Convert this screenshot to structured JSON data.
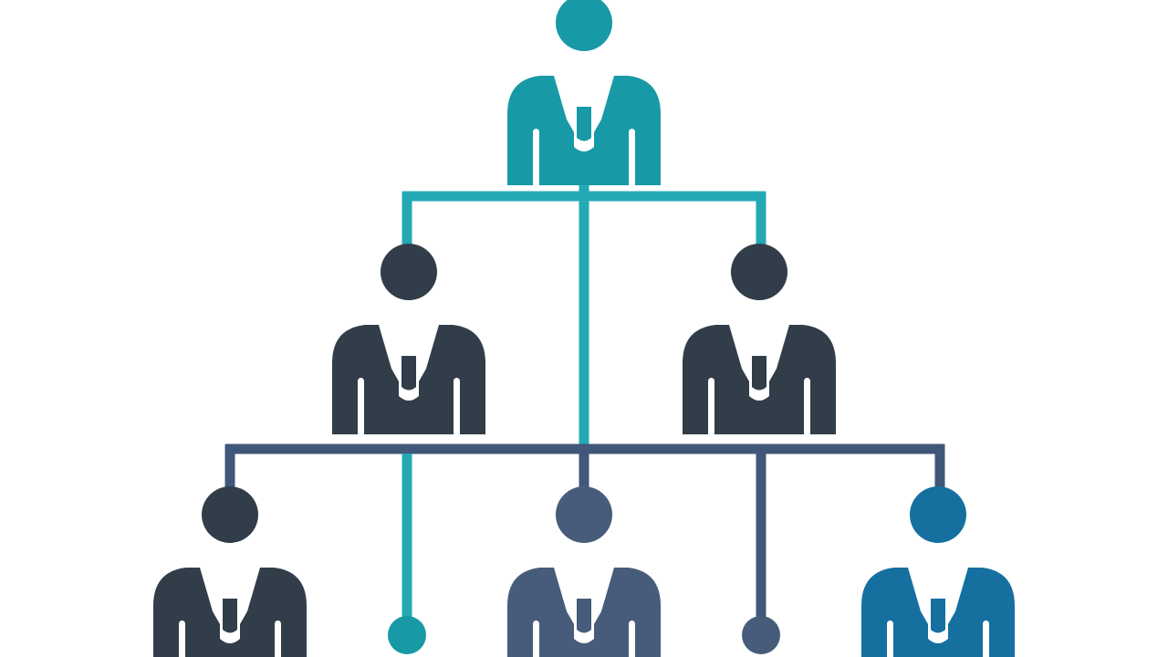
{
  "colors": {
    "background": "#ffffff",
    "teal": "#1799a6",
    "teal_line": "#23a9b4",
    "charcoal": "#323d4a",
    "slate": "#465c7a",
    "slate_line": "#40577a",
    "blue": "#1570a0"
  },
  "org_chart": {
    "levels": [
      {
        "level": 1,
        "members": [
          {
            "role": "top-person",
            "color": "teal"
          }
        ]
      },
      {
        "level": 2,
        "members": [
          {
            "role": "mid-person-left",
            "color": "charcoal"
          },
          {
            "role": "mid-person-right",
            "color": "charcoal"
          }
        ]
      },
      {
        "level": 3,
        "members": [
          {
            "role": "bottom-person-left",
            "color": "charcoal"
          },
          {
            "role": "bottom-person-center",
            "color": "slate"
          },
          {
            "role": "bottom-person-right",
            "color": "blue"
          }
        ]
      }
    ],
    "connector_end_nodes": [
      {
        "role": "node-dot-left",
        "color": "teal"
      },
      {
        "role": "node-dot-right",
        "color": "slate"
      }
    ]
  }
}
